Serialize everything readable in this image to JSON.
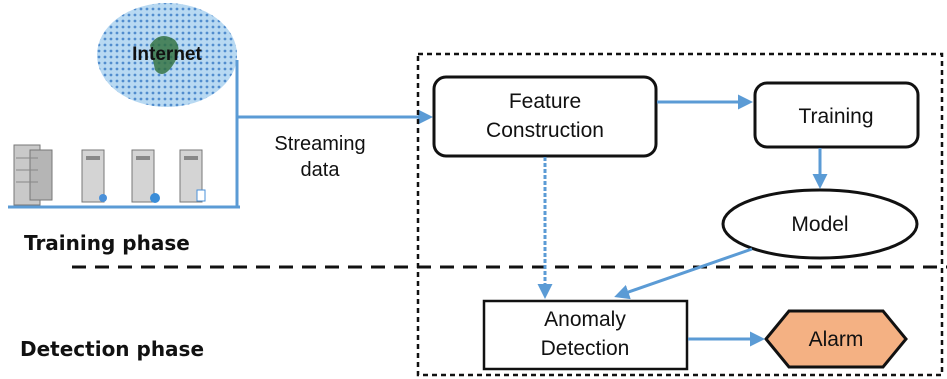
{
  "internet_label": "Internet",
  "stream_label": {
    "line1": "Streaming",
    "line2": "data"
  },
  "phases": {
    "training": "Training phase",
    "detection": "Detection phase"
  },
  "nodes": {
    "feature": {
      "line1": "Feature",
      "line2": "Construction"
    },
    "training": {
      "label": "Training"
    },
    "model": {
      "label": "Model"
    },
    "anomaly": {
      "line1": "Anomaly",
      "line2": "Detection"
    },
    "alarm": {
      "label": "Alarm"
    }
  },
  "colors": {
    "arrow": "#5b9bd5",
    "alarm_fill": "#f4b183",
    "cloud": "#b8d9f2",
    "cloud_dots": "#3f7fc8"
  },
  "icons": [
    "server-stack-icon",
    "server-icon",
    "server-globe-icon",
    "server-doc-icon"
  ]
}
